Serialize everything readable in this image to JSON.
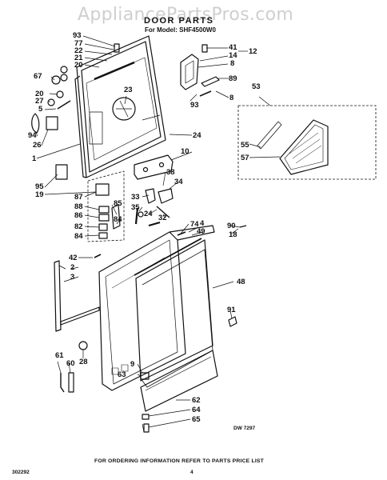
{
  "watermark": "AppliancePartsPros.com",
  "title": "DOOR PARTS",
  "model_line": "For Model: SHF4500W0",
  "footer": "FOR ORDERING INFORMATION REFER TO PARTS PRICE LIST",
  "drawing_code": "DW 7297",
  "page_code": "302292",
  "page_number": "4",
  "part_labels": {
    "p93a": "93",
    "p77": "77",
    "p22": "22",
    "p21": "21",
    "p20a": "20",
    "p67": "67",
    "p20b": "20",
    "p27": "27",
    "p5": "5",
    "p94": "94",
    "p26": "26",
    "p1": "1",
    "p95": "95",
    "p19": "19",
    "p87": "87",
    "p88": "88",
    "p86": "86",
    "p82": "82",
    "p84a": "84",
    "p84b": "84",
    "p85": "85",
    "p23": "23",
    "p41": "41",
    "p14": "14",
    "p8a": "8",
    "p12": "12",
    "p89": "89",
    "p93b": "93",
    "p8b": "8",
    "p53": "53",
    "p55": "55",
    "p57": "57",
    "p24a": "24",
    "p10": "10",
    "p38": "38",
    "p33": "33",
    "p34": "34",
    "p35": "35",
    "p24b": "24",
    "p32": "32",
    "p74": "74",
    "p4": "4",
    "p49": "49",
    "p90": "90",
    "p18": "18",
    "p42": "42",
    "p2": "2",
    "p3": "3",
    "p48": "48",
    "p91": "91",
    "p28": "28",
    "p61": "61",
    "p60": "60",
    "p9": "9",
    "p63": "63",
    "p62": "62",
    "p64": "64",
    "p65": "65"
  }
}
